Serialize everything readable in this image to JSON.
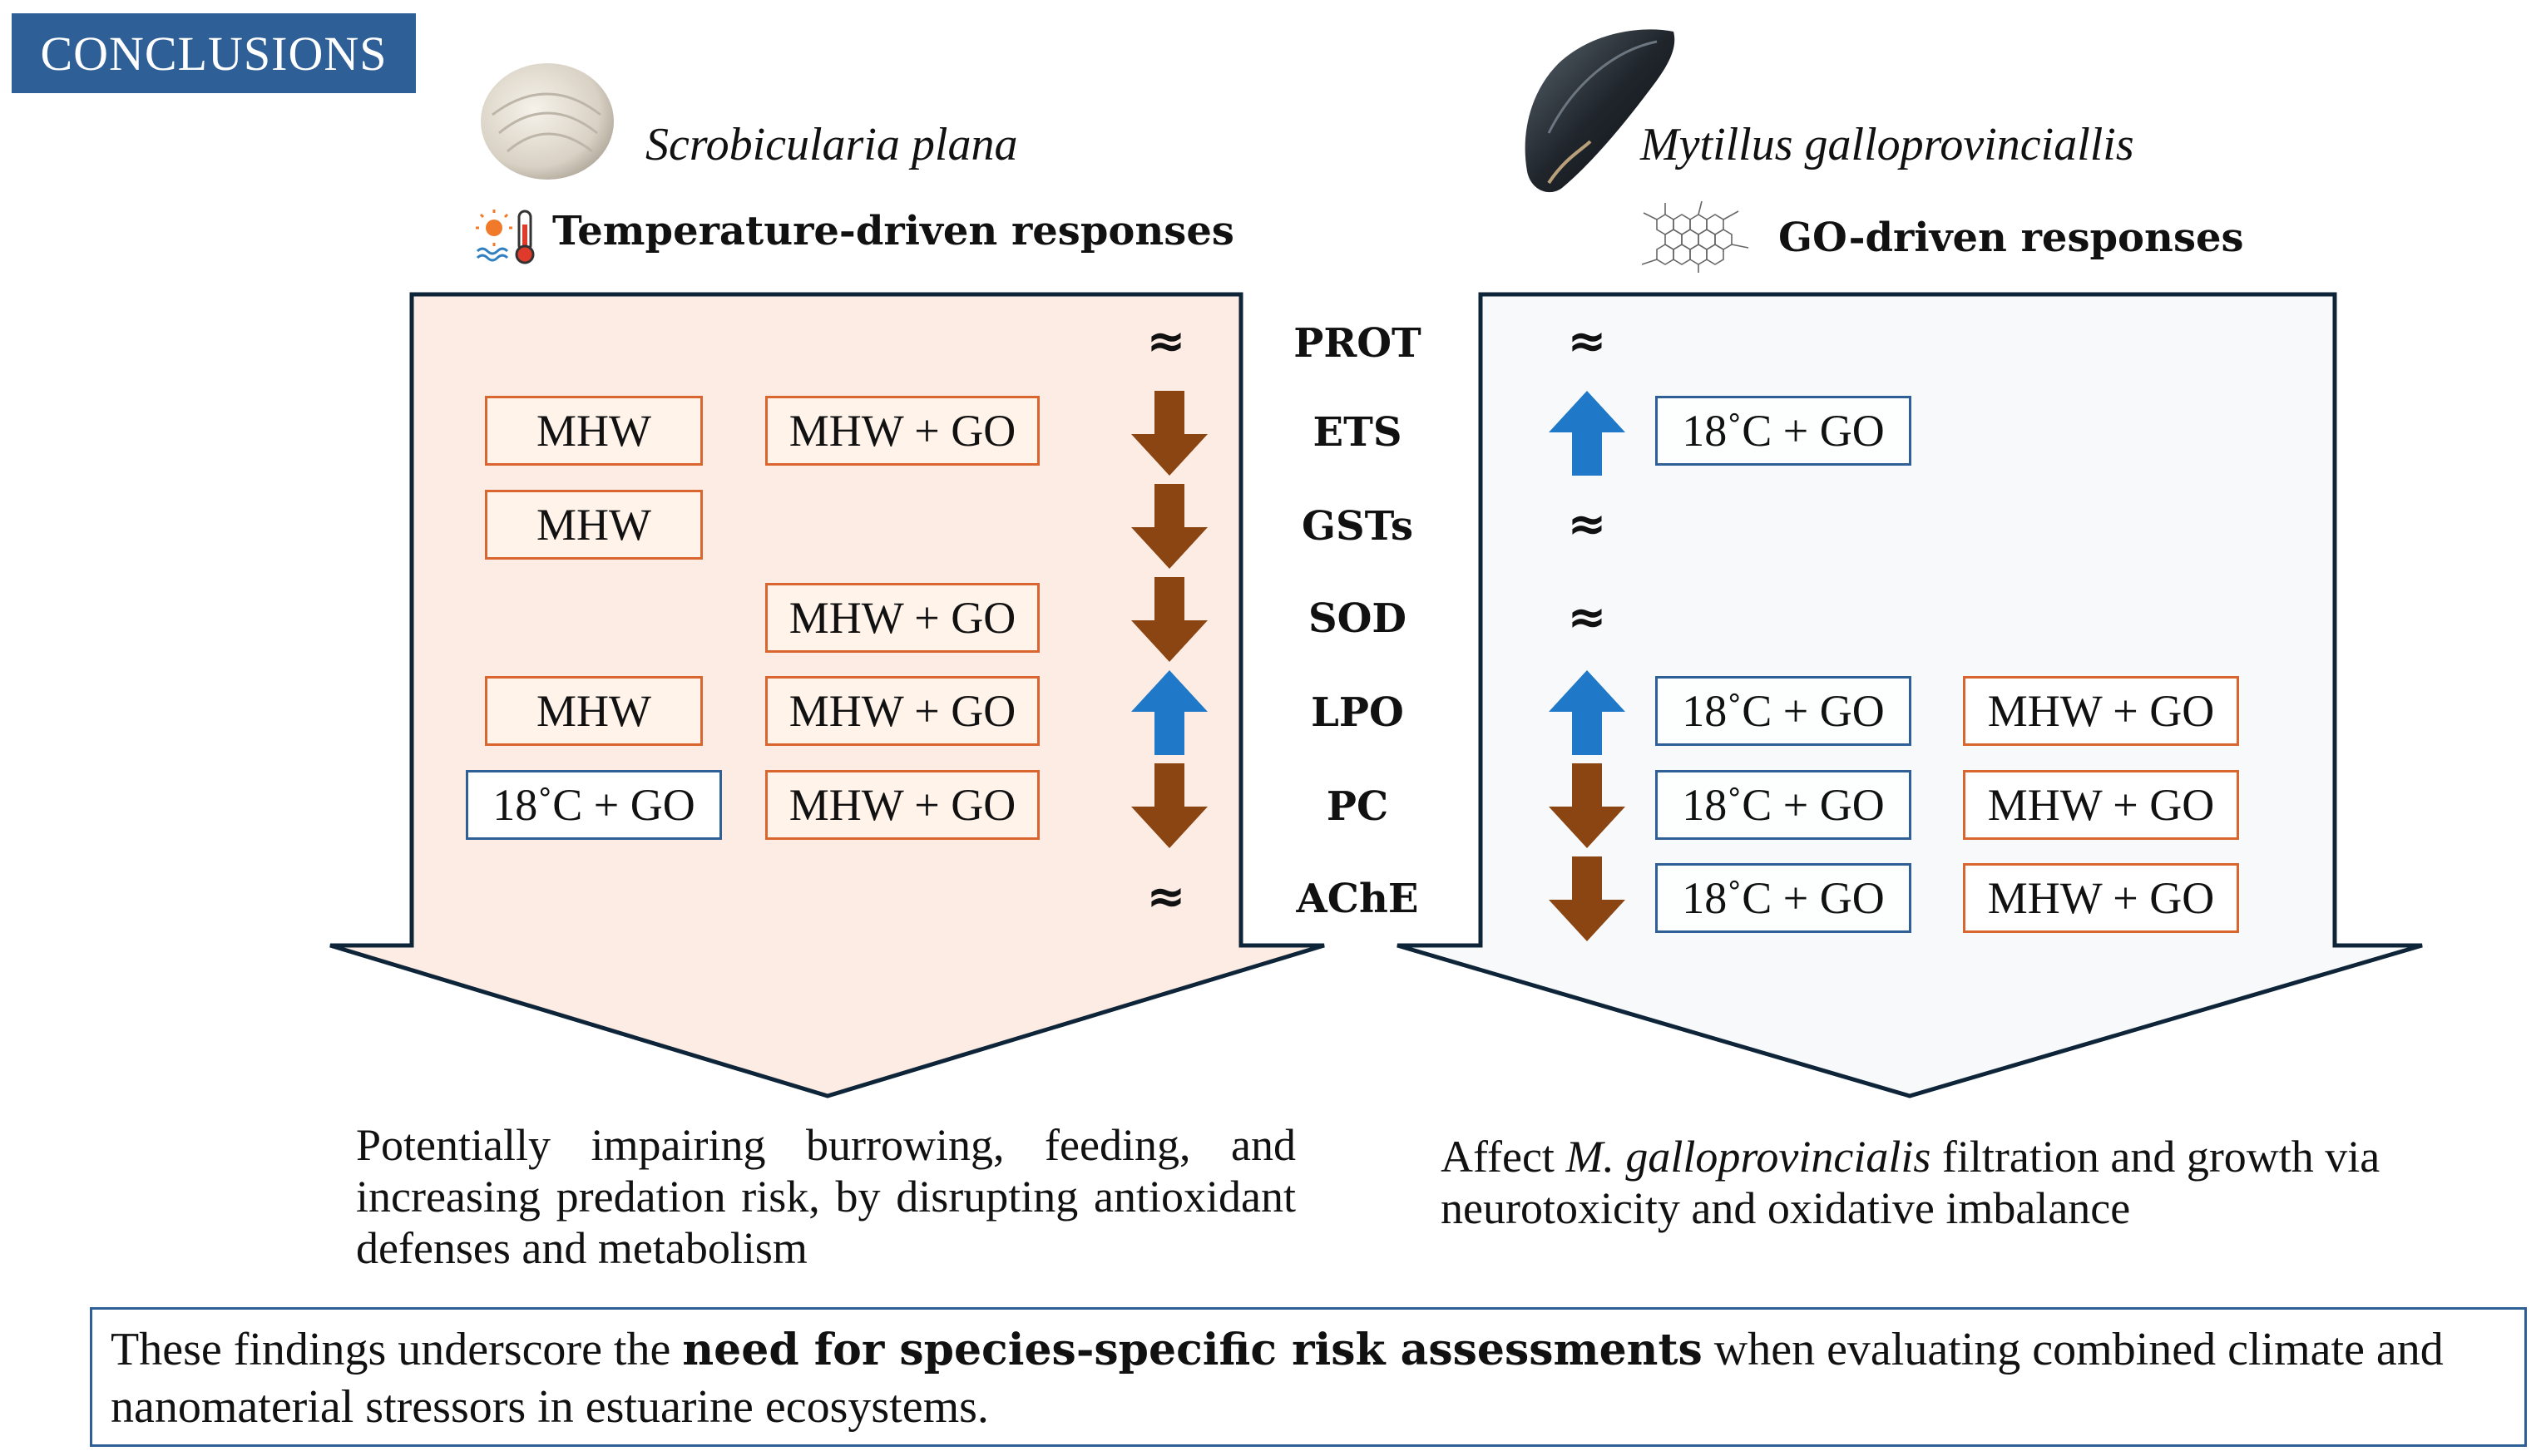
{
  "header": {
    "label": "CONCLUSIONS"
  },
  "left": {
    "species": "Scrobicularia plana",
    "responses_title": "Temperature-driven responses",
    "summary": "Potentially impairing burrowing, feeding, and increasing predation risk, by disrupting antioxidant defenses and metabolism"
  },
  "right": {
    "species": "Mytillus galloprovinciallis",
    "responses_title": "GO-driven responses",
    "summary_prefix": "Affect ",
    "summary_italic": "M. galloprovincialis",
    "summary_suffix": " filtration and growth via neurotoxicity and oxidative imbalance"
  },
  "approx_symbol": "≈",
  "tags": {
    "mhw": "MHW",
    "mhw_go": "MHW + GO",
    "t18_go": "18˚C + GO"
  },
  "rows": [
    {
      "param": "PROT",
      "left_effect": "approx",
      "right_effect": "approx"
    },
    {
      "param": "ETS",
      "left_effect": "down",
      "right_effect": "up"
    },
    {
      "param": "GSTs",
      "left_effect": "down",
      "right_effect": "approx"
    },
    {
      "param": "SOD",
      "left_effect": "down",
      "right_effect": "approx"
    },
    {
      "param": "LPO",
      "left_effect": "up",
      "right_effect": "up"
    },
    {
      "param": "PC",
      "left_effect": "down",
      "right_effect": "down"
    },
    {
      "param": "AChE",
      "left_effect": "approx",
      "right_effect": "down"
    }
  ],
  "colors": {
    "down": "#8b4513",
    "up": "#1f78c8",
    "left_panel": "#fdece4",
    "right_panel": "#f8f9fa",
    "orange": "#d9652f",
    "blue": "#2f5f97"
  },
  "conclusion": {
    "prefix": "These findings underscore the ",
    "bold": "need for species-specific risk assessments",
    "suffix": " when evaluating combined climate and nanomaterial stressors in estuarine ecosystems."
  }
}
